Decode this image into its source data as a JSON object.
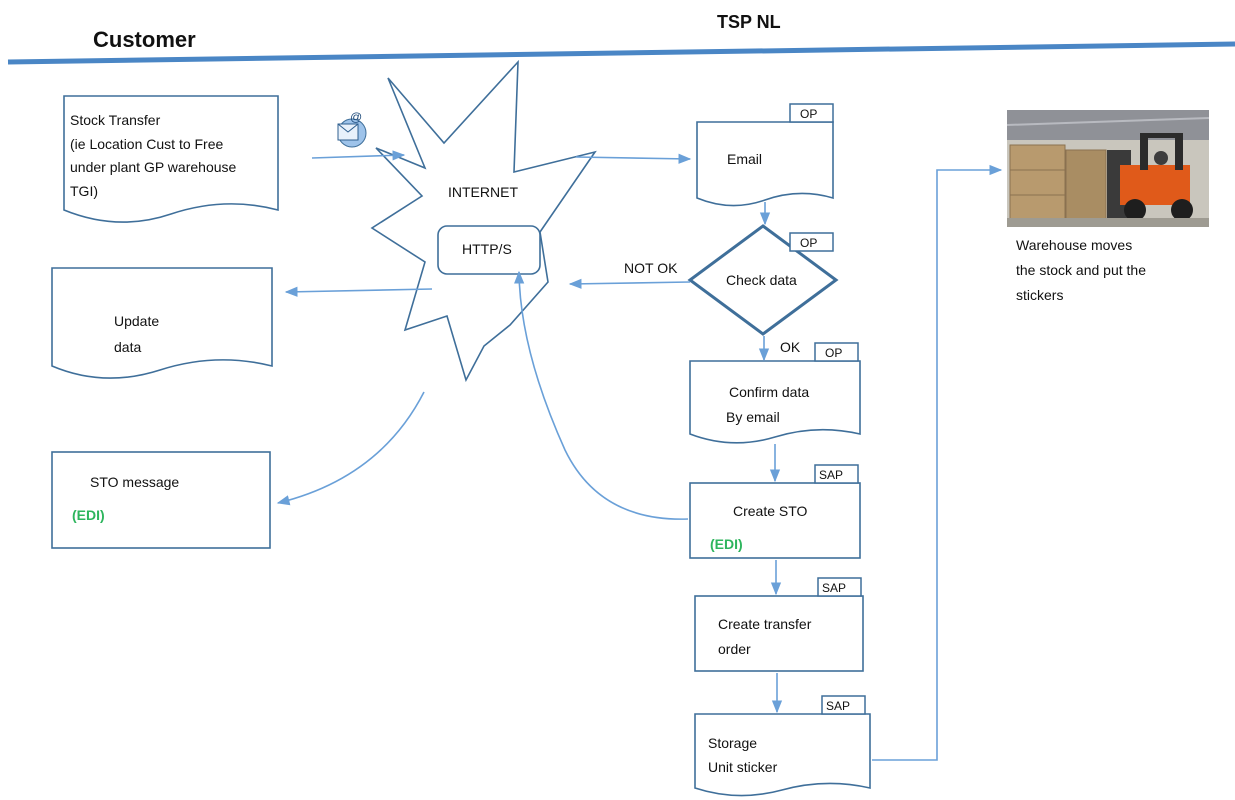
{
  "headers": {
    "customer": "Customer",
    "provider": "TSP NL"
  },
  "internet": {
    "label": "INTERNET",
    "protocol": "HTTP/S"
  },
  "customer_docs": {
    "stock_transfer": [
      "Stock Transfer",
      "(ie Location Cust to Free",
      "under plant GP warehouse",
      "TGI)"
    ],
    "update_data": [
      "Update",
      "data"
    ],
    "sto_message": {
      "label": "STO message",
      "edi": "(EDI)"
    }
  },
  "flow": {
    "email": {
      "label": "Email",
      "tag": "OP"
    },
    "check_data": {
      "label": "Check data",
      "tag": "OP",
      "not_ok": "NOT OK",
      "ok": "OK"
    },
    "confirm": {
      "lines": [
        "Confirm  data",
        "By email"
      ],
      "tag": "OP"
    },
    "create_sto": {
      "label": "Create STO",
      "edi": "(EDI)",
      "tag": "SAP"
    },
    "transfer_order": {
      "lines": [
        "Create transfer",
        "order"
      ],
      "tag": "SAP"
    },
    "sticker": {
      "lines": [
        "Storage",
        "Unit sticker"
      ],
      "tag": "SAP"
    }
  },
  "warehouse": {
    "caption": [
      "Warehouse moves",
      "the stock and put the",
      "stickers"
    ]
  },
  "colors": {
    "arrow": "#6aa0d8",
    "border": "#3f6f9a",
    "edi": "#2db55d",
    "divider": "#4a86c5"
  }
}
